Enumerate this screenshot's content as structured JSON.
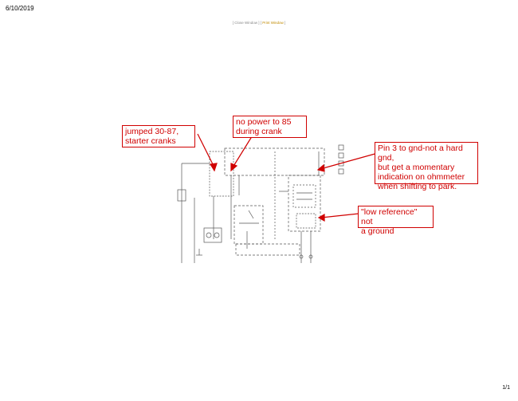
{
  "header": {
    "date": "6/10/2019"
  },
  "window_links": {
    "open_bracket": "[ ",
    "close_window": "Close Window",
    "separator": " ] [ ",
    "print_window": "Print Window",
    "close_bracket": " ]"
  },
  "annotations": {
    "jumper": "jumped 30-87,\nstarter cranks",
    "no_power": "no power to 85\nduring crank",
    "pin3": "Pin 3 to gnd-not a hard gnd,\nbut get a momentary\nindication on ohmmeter\nwhen shifting to park.",
    "low_reference": "\"low reference\" not\na ground"
  },
  "footer": {
    "page": "1/1"
  },
  "colors": {
    "annotation": "#d00000",
    "schematic": "#555555",
    "print_link": "#c08a00"
  }
}
